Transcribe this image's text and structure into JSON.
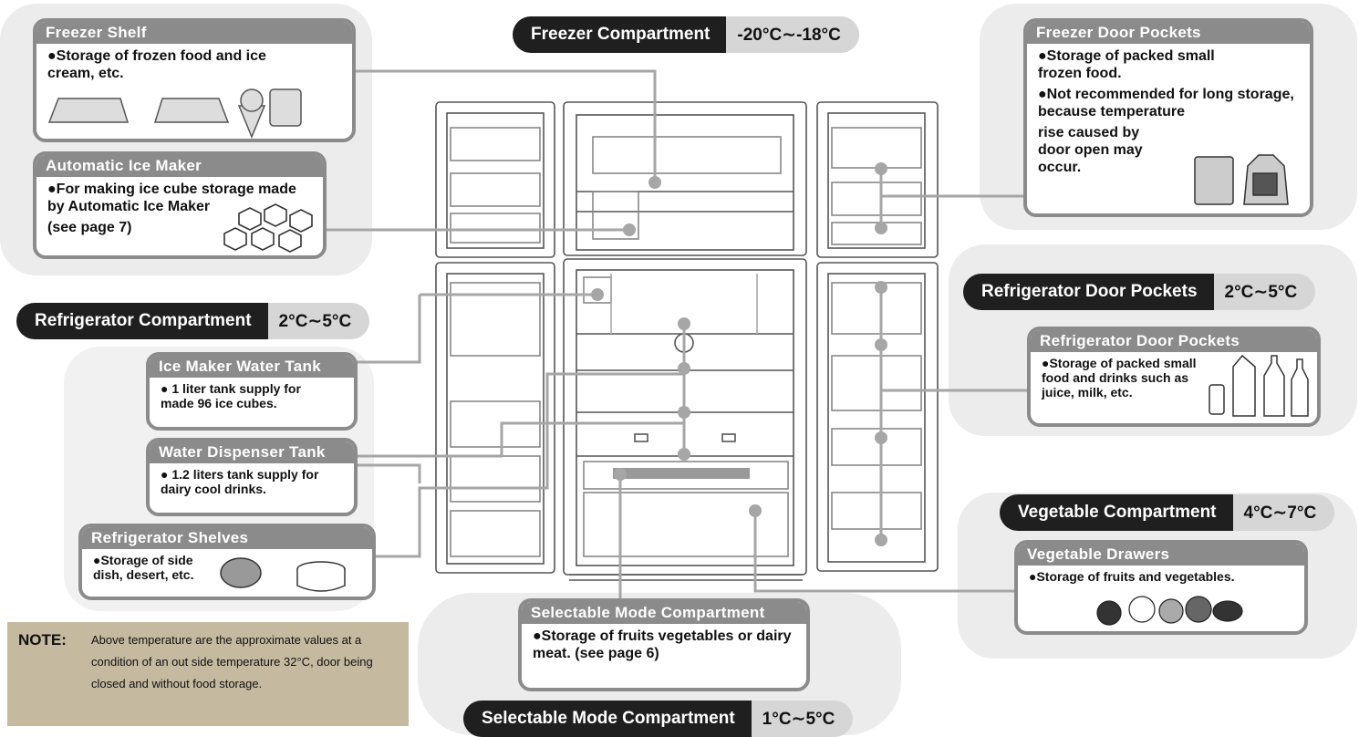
{
  "freezer_compartment": {
    "label": "Freezer Compartment",
    "temp": "-20°C∼-18°C"
  },
  "refrigerator_compartment": {
    "label": "Refrigerator Compartment",
    "temp": "2°C∼5°C"
  },
  "refrigerator_door_pockets_bar": {
    "label": "Refrigerator Door Pockets",
    "temp": "2°C∼5°C"
  },
  "vegetable_compartment": {
    "label": "Vegetable Compartment",
    "temp": "4°C∼7°C"
  },
  "selectable_mode_bar": {
    "label": "Selectable Mode Compartment",
    "temp": "1°C∼5°C"
  },
  "callouts": {
    "freezer_shelf": {
      "title": "Freezer Shelf",
      "text": "●Storage of frozen food and ice cream, etc."
    },
    "ice_maker": {
      "title": "Automatic Ice Maker",
      "text": "●For making ice cube storage made by Automatic Ice Maker",
      "sub": "(see page 7)"
    },
    "freezer_door_pockets": {
      "title": "Freezer Door Pockets",
      "text1": "●Storage of packed small frozen food.",
      "text2": "●Not recommended for long storage, because temperature",
      "text3": "rise caused by door open may occur."
    },
    "water_tank": {
      "title": "Ice Maker Water Tank",
      "text": "● 1 liter tank supply for made  96 ice cubes."
    },
    "dispenser_tank": {
      "title": "Water Dispenser Tank",
      "text": "● 1.2 liters  tank  supply for dairy cool drinks."
    },
    "fridge_shelves": {
      "title": "Refrigerator Shelves",
      "text": "●Storage of side dish, desert, etc."
    },
    "fridge_door_pockets": {
      "title": "Refrigerator Door Pockets",
      "text": "●Storage of packed small food and drinks such as juice, milk, etc."
    },
    "vegetable_drawers": {
      "title": "Vegetable Drawers",
      "text": "●Storage of fruits and vegetables."
    },
    "selectable_mode": {
      "title": "Selectable Mode Compartment",
      "text": "●Storage of fruits vegetables or dairy meat. (see page 6)"
    }
  },
  "note": {
    "label": "NOTE:",
    "text": "Above temperature are the approximate values at a condition of an out side temperature 32°C, door being closed and without food storage."
  }
}
